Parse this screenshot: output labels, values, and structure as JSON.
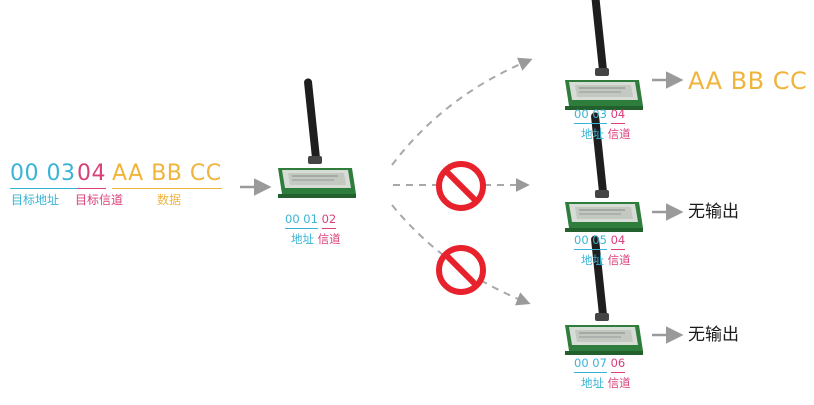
{
  "colors": {
    "address": "#3ab4d6",
    "channel": "#d9407a",
    "data": "#f0b43c",
    "arrow": "#9a9a9a",
    "forbid": "#e8222d"
  },
  "packet": {
    "addr_hi": "00",
    "addr_lo": "03",
    "channel": "04",
    "data": "AA BB CC",
    "label_addr": "目标地址",
    "label_channel": "目标信道",
    "label_data": "数据"
  },
  "sender": {
    "addr": "00 01",
    "channel": "02",
    "label_addr": "地址",
    "label_channel": "信道"
  },
  "receivers": [
    {
      "addr": "00 03",
      "channel": "04",
      "label_addr": "地址",
      "label_channel": "信道",
      "output": "AA BB CC",
      "blocked": false
    },
    {
      "addr": "00 05",
      "channel": "04",
      "label_addr": "地址",
      "label_channel": "信道",
      "output": "无输出",
      "blocked": true
    },
    {
      "addr": "00 07",
      "channel": "06",
      "label_addr": "地址",
      "label_channel": "信道",
      "output": "无输出",
      "blocked": true
    }
  ],
  "icons": {
    "module": "wireless-module-icon",
    "forbid": "no-entry-icon"
  }
}
